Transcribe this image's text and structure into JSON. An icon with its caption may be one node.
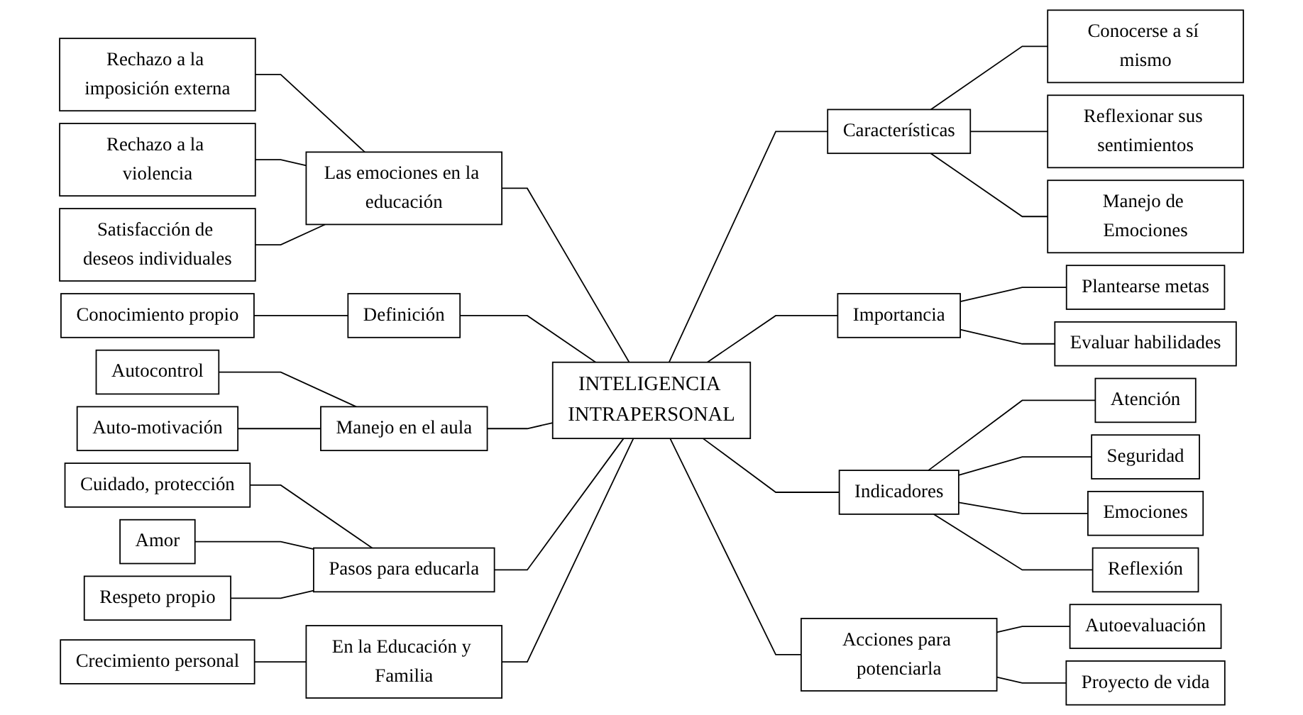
{
  "diagram": {
    "nodes": [
      {
        "text": [
          "Rechazo a la imposición externa"
        ]
      },
      {
        "text": [
          "Rechazo a la violencia"
        ]
      },
      {
        "text": [
          "Conocimiento propio"
        ]
      },
      {
        "text": [
          "Conocerse a sí mismo"
        ]
      },
      {
        "text": [
          "Reflexionar sus sentimientos"
        ]
      },
      {
        "text": [
          "Satisfacción de deseos individuales"
        ]
      },
      {
        "text": [
          "Las emociones en la educación"
        ]
      },
      {
        "text": [
          "Definición"
        ]
      },
      {
        "text": [
          "Características"
        ]
      },
      {
        "text": [
          "Manejo de Emociones"
        ]
      },
      {
        "text": [
          "Autocontrol"
        ]
      },
      {
        "text": [
          "Manejo en el aula"
        ]
      },
      {
        "text": [
          "Plantearse metas"
        ]
      },
      {
        "text": [
          "Auto-motivación"
        ]
      },
      {
        "text": [
          "INTELIGENCIA INTRAPERSONAL"
        ]
      },
      {
        "text": [
          "Importancia"
        ]
      },
      {
        "text": [
          "Cuidado, protección"
        ]
      },
      {
        "text": [
          "Pasos para educarla"
        ]
      },
      {
        "text": [
          "Evaluar habilidades"
        ]
      },
      {
        "text": [
          "Indicadores"
        ]
      },
      {
        "text": [
          "Amor"
        ]
      },
      {
        "text": [
          "Respeto propio"
        ]
      },
      {
        "text": [
          "En la Educación y Familia"
        ]
      },
      {
        "text": [
          "Acciones para potenciarla"
        ]
      },
      {
        "text": [
          "Atención"
        ]
      },
      {
        "text": [
          "Seguridad"
        ]
      },
      {
        "text": [
          "Emociones"
        ]
      },
      {
        "text": [
          "Crecimiento personal"
        ]
      },
      {
        "text": [
          "Autoevaluación"
        ]
      },
      {
        "text": [
          "Proyecto de vida"
        ]
      },
      {
        "text": [
          "Reflexión"
        ]
      }
    ],
    "edges": [
      {
        "from": 6,
        "to": 14,
        "arrow": "none"
      },
      {
        "from": 7,
        "to": 14,
        "arrow": "none"
      },
      {
        "from": 14,
        "to": 8,
        "arrow": "none"
      },
      {
        "from": 11,
        "to": 14,
        "arrow": "none"
      },
      {
        "from": 14,
        "to": 15,
        "arrow": "none"
      },
      {
        "from": 17,
        "to": 14,
        "arrow": "none"
      },
      {
        "from": 14,
        "to": 19,
        "arrow": "none"
      },
      {
        "from": 22,
        "to": 14,
        "arrow": "none"
      },
      {
        "from": 14,
        "to": 23,
        "arrow": "none"
      },
      {
        "from": 0,
        "to": 6,
        "arrow": "none"
      },
      {
        "from": 1,
        "to": 6,
        "arrow": "none"
      },
      {
        "from": 5,
        "to": 6,
        "arrow": "none"
      },
      {
        "from": 2,
        "to": 7,
        "arrow": "none"
      },
      {
        "from": 8,
        "to": 3,
        "arrow": "none"
      },
      {
        "from": 8,
        "to": 4,
        "arrow": "none"
      },
      {
        "from": 8,
        "to": 9,
        "arrow": "none"
      },
      {
        "from": 10,
        "to": 11,
        "arrow": "none"
      },
      {
        "from": 13,
        "to": 11,
        "arrow": "none"
      },
      {
        "from": 15,
        "to": 12,
        "arrow": "none"
      },
      {
        "from": 15,
        "to": 18,
        "arrow": "none"
      },
      {
        "from": 16,
        "to": 17,
        "arrow": "none"
      },
      {
        "from": 20,
        "to": 17,
        "arrow": "none"
      },
      {
        "from": 21,
        "to": 17,
        "arrow": "none"
      },
      {
        "from": 19,
        "to": 24,
        "arrow": "none"
      },
      {
        "from": 19,
        "to": 25,
        "arrow": "none"
      },
      {
        "from": 19,
        "to": 26,
        "arrow": "none"
      },
      {
        "from": 19,
        "to": 30,
        "arrow": "none"
      },
      {
        "from": 27,
        "to": 22,
        "arrow": "none"
      },
      {
        "from": 23,
        "to": 28,
        "arrow": "none"
      },
      {
        "from": 23,
        "to": 29,
        "arrow": "none"
      }
    ]
  }
}
